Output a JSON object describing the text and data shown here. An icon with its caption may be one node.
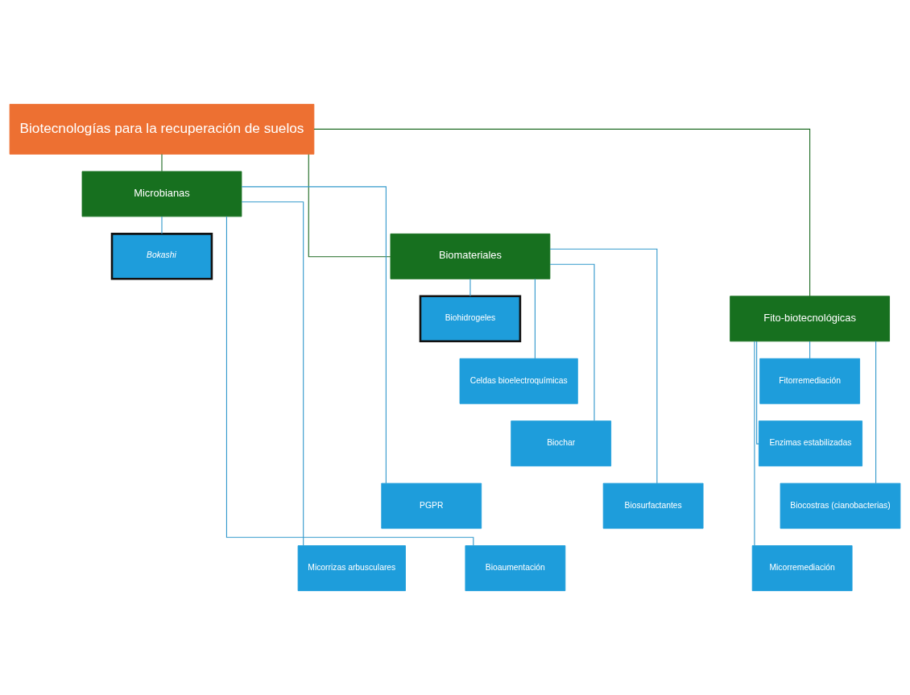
{
  "diagram": {
    "nodes": [
      {
        "text": [
          "Biotecnologías para la recuperación de suelos"
        ]
      },
      {
        "text": [
          "Microbianas"
        ]
      },
      {
        "text": [
          "Biomateriales"
        ]
      },
      {
        "text": [
          "Fito-biotecnológicas"
        ]
      },
      {
        "text": [
          "Bokashi"
        ]
      },
      {
        "text": [
          "Micorrizas arbusculares"
        ]
      },
      {
        "text": [
          "PGPR"
        ]
      },
      {
        "text": [
          "Bioaumentación"
        ]
      },
      {
        "text": [
          "Biohidrogeles"
        ]
      },
      {
        "text": [
          "Celdas bioelectroquímicas"
        ]
      },
      {
        "text": [
          "Biochar"
        ]
      },
      {
        "text": [
          "Biosurfactantes"
        ]
      },
      {
        "text": [
          "Fitorremediación"
        ]
      },
      {
        "text": [
          "Enzimas estabilizadas"
        ]
      },
      {
        "text": [
          "Biocostras (cianobacterias)"
        ]
      },
      {
        "text": [
          "Micorremediación"
        ]
      }
    ],
    "edges": [
      {
        "from": 0,
        "to": 1,
        "arrow": "none",
        "color": "#1e6b23"
      },
      {
        "from": 0,
        "to": 2,
        "arrow": "none",
        "color": "#1e6b23"
      },
      {
        "from": 0,
        "to": 3,
        "arrow": "none",
        "color": "#1e6b23"
      },
      {
        "from": 1,
        "to": 4,
        "arrow": "none"
      },
      {
        "from": 1,
        "to": 5,
        "arrow": "none"
      },
      {
        "from": 1,
        "to": 6,
        "arrow": "none"
      },
      {
        "from": 1,
        "to": 7,
        "arrow": "none"
      },
      {
        "from": 2,
        "to": 8,
        "arrow": "none"
      },
      {
        "from": 2,
        "to": 9,
        "arrow": "none"
      },
      {
        "from": 2,
        "to": 10,
        "arrow": "none"
      },
      {
        "from": 2,
        "to": 11,
        "arrow": "none"
      },
      {
        "from": 3,
        "to": 12,
        "arrow": "none"
      },
      {
        "from": 3,
        "to": 13,
        "arrow": "none"
      },
      {
        "from": 3,
        "to": 14,
        "arrow": "none"
      },
      {
        "from": 3,
        "to": 15,
        "arrow": "none"
      }
    ]
  }
}
